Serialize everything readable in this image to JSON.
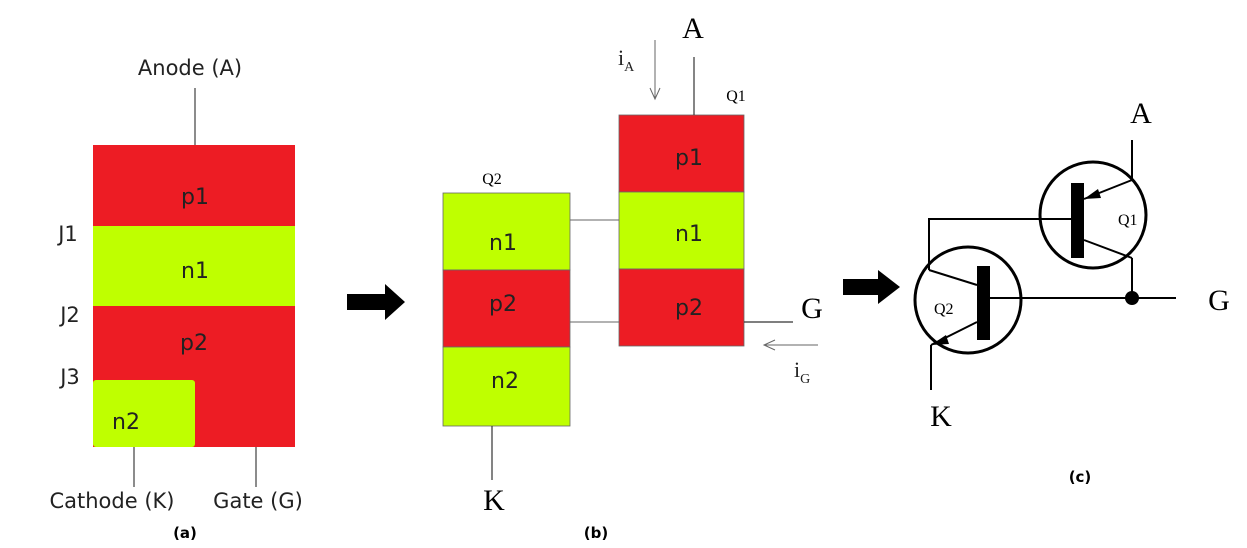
{
  "colors": {
    "p_layer": "#ed1c24",
    "n_layer": "#bfff00",
    "line": "#404040",
    "black": "#000000"
  },
  "panel_a": {
    "anode_label": "Anode (A)",
    "layers": {
      "p1": "p1",
      "n1": "n1",
      "p2": "p2",
      "n2": "n2"
    },
    "junctions": {
      "j1": "J1",
      "j2": "J2",
      "j3": "J3"
    },
    "cathode_label": "Cathode (K)",
    "gate_label": "Gate (G)",
    "caption": "(a)"
  },
  "panel_b": {
    "q2_label": "Q2",
    "q2_layers": {
      "n1": "n1",
      "p2": "p2",
      "n2": "n2"
    },
    "q1_label": "Q1",
    "q1_layers": {
      "p1": "p1",
      "n1": "n1",
      "p2": "p2"
    },
    "anode": "A",
    "cathode": "K",
    "gate": "G",
    "ia_main": "i",
    "ia_sub": "A",
    "ig_main": "i",
    "ig_sub": "G",
    "caption": "(b)"
  },
  "panel_c": {
    "anode": "A",
    "cathode": "K",
    "gate": "G",
    "q1_label": "Q1",
    "q2_label": "Q2",
    "caption": "(c)"
  },
  "arrows": {
    "left": "right-arrow-icon",
    "right": "right-arrow-icon"
  }
}
